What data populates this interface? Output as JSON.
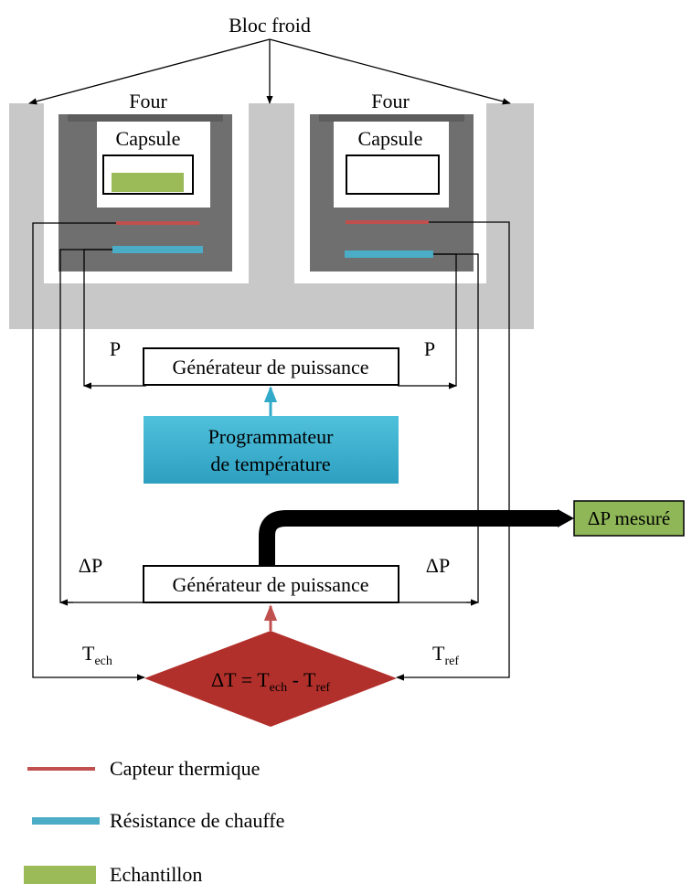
{
  "colors": {
    "cold_block": "#c8c8c8",
    "oven": "#6f6f6f",
    "sensor": "#c0504d",
    "heater": "#4bacc6",
    "sample": "#9bbb59",
    "programmer_box": "#31a9c9",
    "diamond": "#b2302b",
    "measure_box": "#8fb758"
  },
  "labels": {
    "cold_block": "Bloc froid",
    "oven_left": "Four",
    "oven_right": "Four",
    "capsule_left": "Capsule",
    "capsule_right": "Capsule",
    "power_left": "P",
    "power_right": "P",
    "generator_top": "Générateur de puissance",
    "programmer_line1": "Programmateur",
    "programmer_line2": "de température",
    "measured_output": "ΔP mesuré",
    "delta_p_left": "ΔP",
    "delta_p_right": "ΔP",
    "generator_bottom": "Générateur de puissance",
    "t_ech": {
      "base": "T",
      "sub": "ech"
    },
    "t_ref": {
      "base": "T",
      "sub": "ref"
    },
    "diamond": {
      "prefix": "ΔT = T",
      "sub1": "ech",
      "mid": " - T",
      "sub2": "ref"
    }
  },
  "legend": [
    {
      "icon": "sensor-line-icon",
      "label": "Capteur thermique"
    },
    {
      "icon": "heater-bar-icon",
      "label": "Résistance de chauffe"
    },
    {
      "icon": "sample-block-icon",
      "label": "Echantillon"
    }
  ]
}
